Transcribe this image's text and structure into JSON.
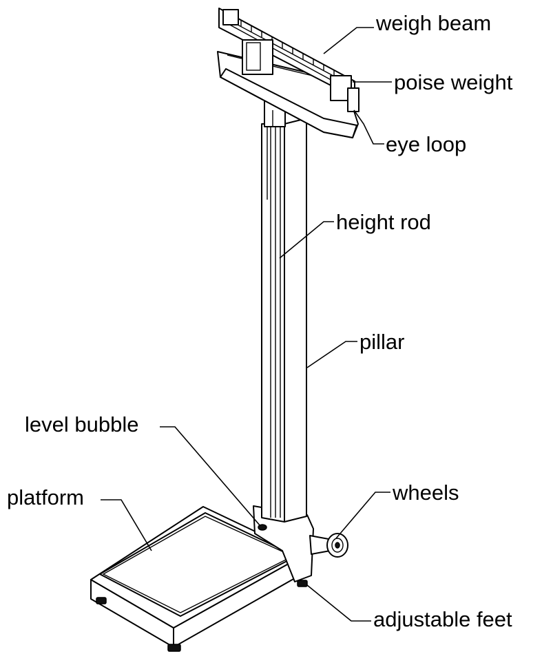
{
  "labels": {
    "weigh_beam": "weigh beam",
    "poise_weight": "poise weight",
    "eye_loop": "eye loop",
    "height_rod": "height rod",
    "pillar": "pillar",
    "level_bubble": "level bubble",
    "wheels": "wheels",
    "platform": "platform",
    "adjustable_feet": "adjustable feet"
  },
  "colors": {
    "line": "#000000",
    "background": "#ffffff"
  }
}
